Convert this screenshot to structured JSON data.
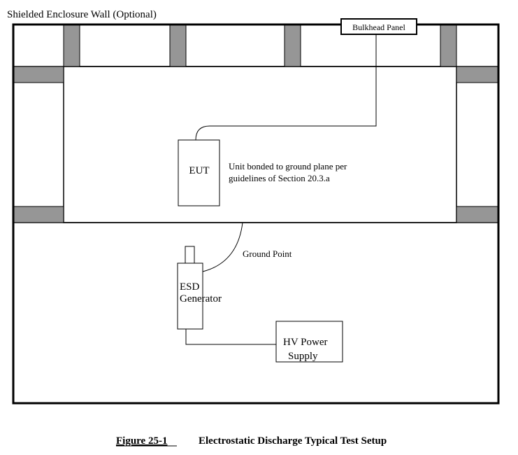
{
  "enclosure_label": "Shielded Enclosure Wall (Optional)",
  "bulkhead_label": "Bulkhead Panel",
  "eut_label": "EUT",
  "bond_note_line1": "Unit bonded to ground plane per",
  "bond_note_line2": "guidelines of Section 20.3.a",
  "ground_point_label": "Ground Point",
  "esd_label_line1": "ESD",
  "esd_label_line2": "Generator",
  "hv_label_line1": "HV Power",
  "hv_label_line2": "Supply",
  "figure_number": "Figure 25-1",
  "figure_title": "Electrostatic Discharge Typical Test Setup",
  "colors": {
    "post_fill": "#969696",
    "line": "#000000",
    "background": "#ffffff"
  }
}
